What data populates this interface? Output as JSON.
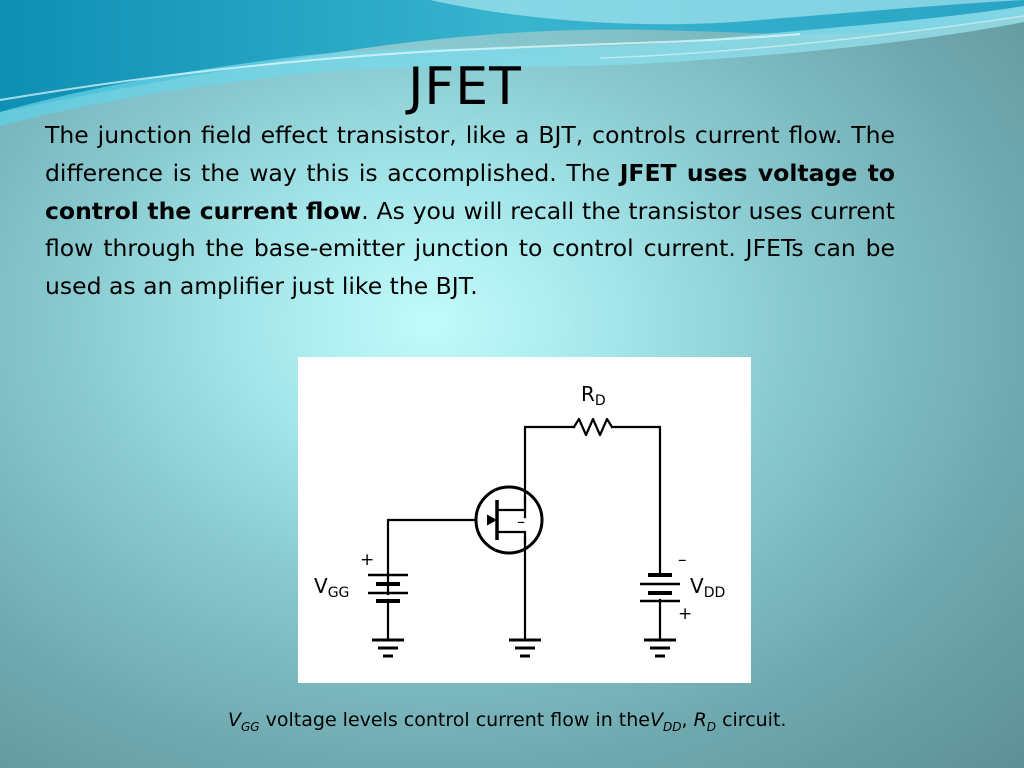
{
  "slide": {
    "title": "JFET",
    "body": {
      "part1": "The junction field effect transistor, like a BJT, controls current flow. The difference is the way this is accomplished. The ",
      "bold": "JFET uses voltage to control the current flow",
      "part2": ". As you will recall the transistor uses current flow through the base-emitter junction to control current. JFETs can be used as an amplifier just like the BJT."
    },
    "circuit": {
      "rd_main": "R",
      "rd_sub": "D",
      "vgg_main": "V",
      "vgg_sub": "GG",
      "vdd_main": "V",
      "vdd_sub": "DD",
      "plus_left": "+",
      "minus_right": "–",
      "plus_right": "+",
      "minus_jfet": "–"
    },
    "caption": {
      "vgg_main": "V",
      "vgg_sub": "GG",
      "text1": " voltage levels control current flow in the",
      "vdd_main": "V",
      "vdd_sub": "DD",
      "sep": ", ",
      "rd_main": "R",
      "rd_sub": "D",
      "text2": " circuit."
    }
  }
}
